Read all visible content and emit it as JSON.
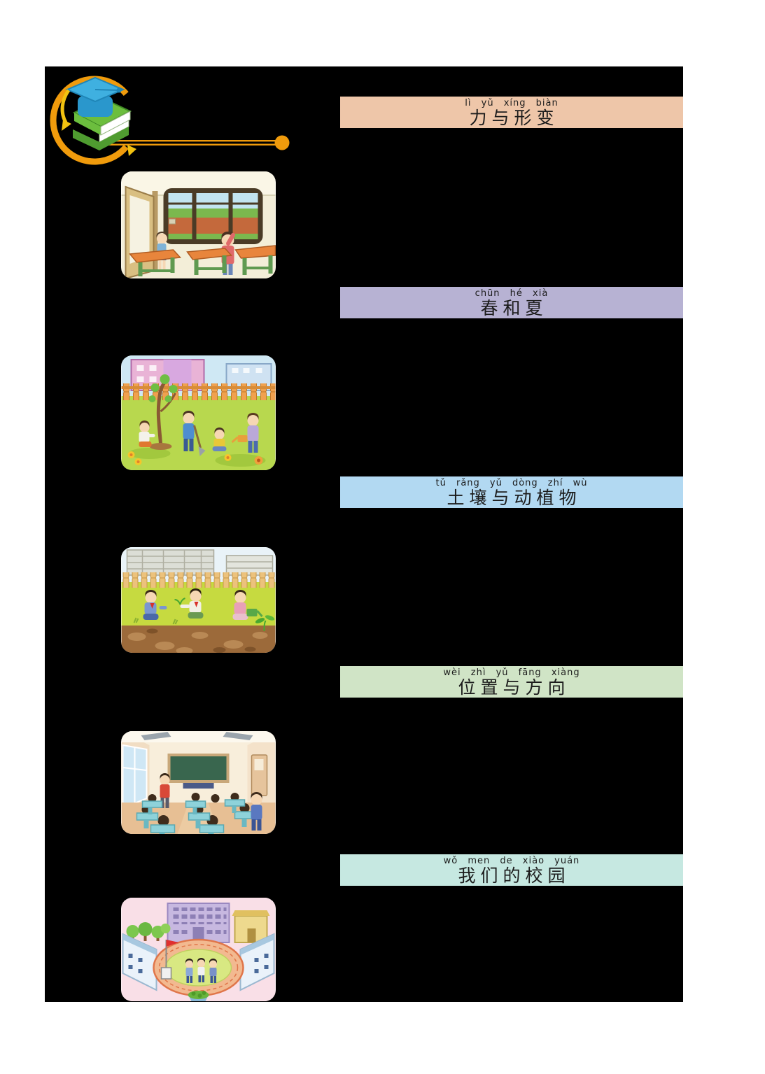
{
  "page": {
    "background": "#ffffff",
    "board_background": "#000000",
    "text_color": "#1c1c1c"
  },
  "logo": {
    "icon": "graduation-cap-on-book-icon",
    "ring_color": "#f09b0c",
    "cap_top_color": "#3fb0e0",
    "cap_band_color": "#2a97cc",
    "book_cover_color": "#6cbe3e",
    "book_side_color": "#4f9c30",
    "book_pages_color": "#ffffff",
    "tassel_color": "#f2c210"
  },
  "connector": {
    "style": "double-line-with-dot",
    "color": "#f09b0c"
  },
  "sections": [
    {
      "pinyin": "lì yǔ xíng biàn",
      "title": "力与形变",
      "banner_color": "#eec6a9",
      "illustration": "classroom-window-scene"
    },
    {
      "pinyin": "chūn hé xià",
      "title": "春和夏",
      "banner_color": "#b7b2d3",
      "illustration": "tree-planting-scene"
    },
    {
      "pinyin": "tǔ rǎng yǔ dòng zhí wù",
      "title": "土壤与动植物",
      "banner_color": "#b2d9f2",
      "illustration": "soil-and-plants-scene"
    },
    {
      "pinyin": "wèi zhì yǔ fāng xiàng",
      "title": "位置与方向",
      "banner_color": "#d0e4c6",
      "illustration": "classroom-interior-scene"
    },
    {
      "pinyin": "wǒ men de xiào yuán",
      "title": "我们的校园",
      "banner_color": "#c6e8e1",
      "illustration": "campus-map-scene"
    }
  ]
}
